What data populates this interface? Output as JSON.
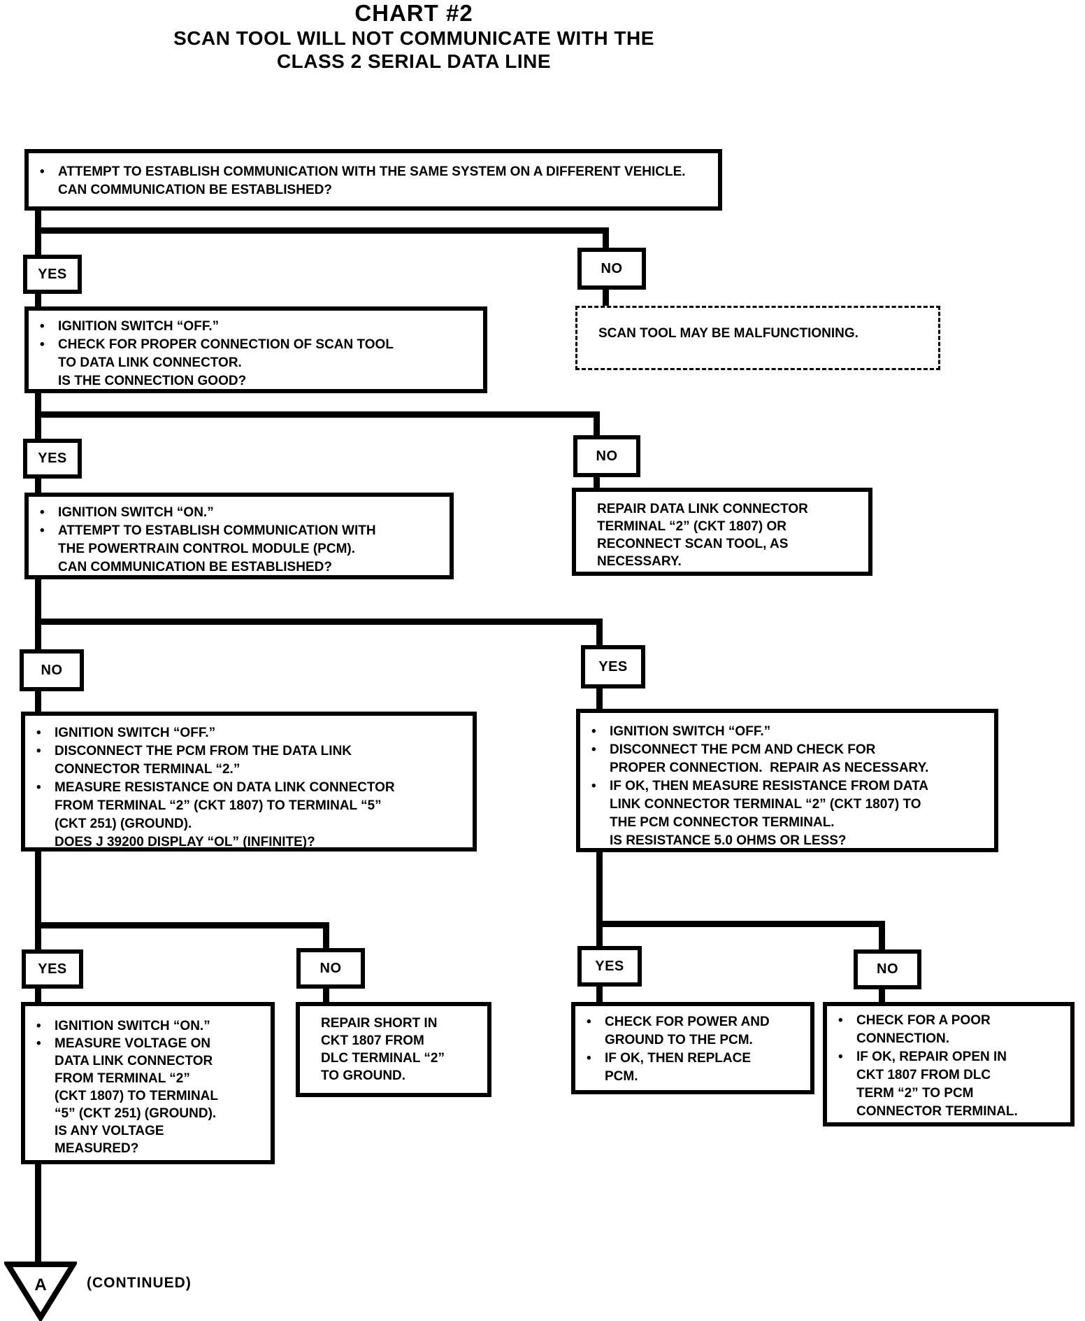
{
  "title": {
    "line1": "CHART #2",
    "line2": "SCAN TOOL WILL NOT COMMUNICATE WITH THE",
    "line3": "CLASS 2 SERIAL DATA LINE"
  },
  "labels": {
    "yes": "YES",
    "no": "NO",
    "continued": "(CONTINUED)",
    "connector_a": "A"
  },
  "colors": {
    "ink": "#000000",
    "paper": "#ffffff"
  },
  "boxes": {
    "attempt_comm": {
      "lines": [
        {
          "bullet": true,
          "text": "ATTEMPT TO ESTABLISH COMMUNICATION WITH THE SAME SYSTEM ON A DIFFERENT VEHICLE."
        },
        {
          "bullet": false,
          "text": "CAN COMMUNICATION BE ESTABLISHED?"
        }
      ]
    },
    "scan_tool_malfunction": {
      "lines": [
        {
          "bullet": false,
          "text": "SCAN TOOL MAY BE MALFUNCTIONING."
        }
      ]
    },
    "check_connection": {
      "lines": [
        {
          "bullet": true,
          "text": "IGNITION SWITCH “OFF.”"
        },
        {
          "bullet": true,
          "text": "CHECK FOR PROPER CONNECTION OF SCAN TOOL"
        },
        {
          "bullet": false,
          "text": "TO DATA LINK CONNECTOR."
        },
        {
          "bullet": false,
          "text": "IS THE CONNECTION GOOD?"
        }
      ]
    },
    "repair_dlc": {
      "lines": [
        {
          "bullet": false,
          "text": "REPAIR DATA LINK CONNECTOR"
        },
        {
          "bullet": false,
          "text": "TERMINAL “2” (CKT 1807) OR"
        },
        {
          "bullet": false,
          "text": "RECONNECT SCAN TOOL, AS"
        },
        {
          "bullet": false,
          "text": "NECESSARY."
        }
      ]
    },
    "pcm_comm": {
      "lines": [
        {
          "bullet": true,
          "text": "IGNITION SWITCH “ON.”"
        },
        {
          "bullet": true,
          "text": "ATTEMPT TO ESTABLISH COMMUNICATION WITH"
        },
        {
          "bullet": false,
          "text": "THE POWERTRAIN CONTROL MODULE (PCM)."
        },
        {
          "bullet": false,
          "text": "CAN COMMUNICATION BE ESTABLISHED?"
        }
      ]
    },
    "resistance_check": {
      "lines": [
        {
          "bullet": true,
          "text": "IGNITION SWITCH “OFF.”"
        },
        {
          "bullet": true,
          "text": "DISCONNECT THE PCM FROM THE DATA LINK"
        },
        {
          "bullet": false,
          "text": "CONNECTOR TERMINAL “2.”"
        },
        {
          "bullet": true,
          "text": "MEASURE RESISTANCE ON DATA LINK CONNECTOR"
        },
        {
          "bullet": false,
          "text": "FROM TERMINAL “2” (CKT 1807) TO TERMINAL “5”"
        },
        {
          "bullet": false,
          "text": "(CKT 251) (GROUND)."
        },
        {
          "bullet": false,
          "text": "DOES J 39200 DISPLAY “OL” (INFINITE)?"
        }
      ]
    },
    "pcm_resistance": {
      "lines": [
        {
          "bullet": true,
          "text": "IGNITION SWITCH “OFF.”"
        },
        {
          "bullet": true,
          "text": "DISCONNECT THE PCM AND CHECK FOR"
        },
        {
          "bullet": false,
          "text": "PROPER CONNECTION.  REPAIR AS NECESSARY."
        },
        {
          "bullet": true,
          "text": "IF OK, THEN MEASURE RESISTANCE FROM DATA"
        },
        {
          "bullet": false,
          "text": "LINK CONNECTOR TERMINAL “2” (CKT 1807) TO"
        },
        {
          "bullet": false,
          "text": "THE PCM CONNECTOR TERMINAL."
        },
        {
          "bullet": false,
          "text": "IS RESISTANCE 5.0 OHMS OR LESS?"
        }
      ]
    },
    "voltage_check": {
      "lines": [
        {
          "bullet": true,
          "text": "IGNITION SWITCH “ON.”"
        },
        {
          "bullet": true,
          "text": "MEASURE VOLTAGE ON"
        },
        {
          "bullet": false,
          "text": "DATA LINK CONNECTOR"
        },
        {
          "bullet": false,
          "text": "FROM TERMINAL “2”"
        },
        {
          "bullet": false,
          "text": "(CKT 1807) TO TERMINAL"
        },
        {
          "bullet": false,
          "text": "“5” (CKT 251) (GROUND)."
        },
        {
          "bullet": false,
          "text": "IS ANY VOLTAGE"
        },
        {
          "bullet": false,
          "text": "MEASURED?"
        }
      ]
    },
    "repair_short": {
      "lines": [
        {
          "bullet": false,
          "text": "REPAIR SHORT IN"
        },
        {
          "bullet": false,
          "text": "CKT 1807 FROM"
        },
        {
          "bullet": false,
          "text": "DLC TERMINAL “2”"
        },
        {
          "bullet": false,
          "text": "TO GROUND."
        }
      ]
    },
    "check_power": {
      "lines": [
        {
          "bullet": true,
          "text": "CHECK FOR POWER AND"
        },
        {
          "bullet": false,
          "text": "GROUND TO THE PCM."
        },
        {
          "bullet": true,
          "text": "IF OK, THEN REPLACE"
        },
        {
          "bullet": false,
          "text": "PCM."
        }
      ]
    },
    "poor_connection": {
      "lines": [
        {
          "bullet": true,
          "text": "CHECK FOR A POOR"
        },
        {
          "bullet": false,
          "text": "CONNECTION."
        },
        {
          "bullet": true,
          "text": "IF OK, REPAIR OPEN IN"
        },
        {
          "bullet": false,
          "text": "CKT 1807 FROM DLC"
        },
        {
          "bullet": false,
          "text": "TERM “2” TO PCM"
        },
        {
          "bullet": false,
          "text": "CONNECTOR TERMINAL."
        }
      ]
    }
  }
}
